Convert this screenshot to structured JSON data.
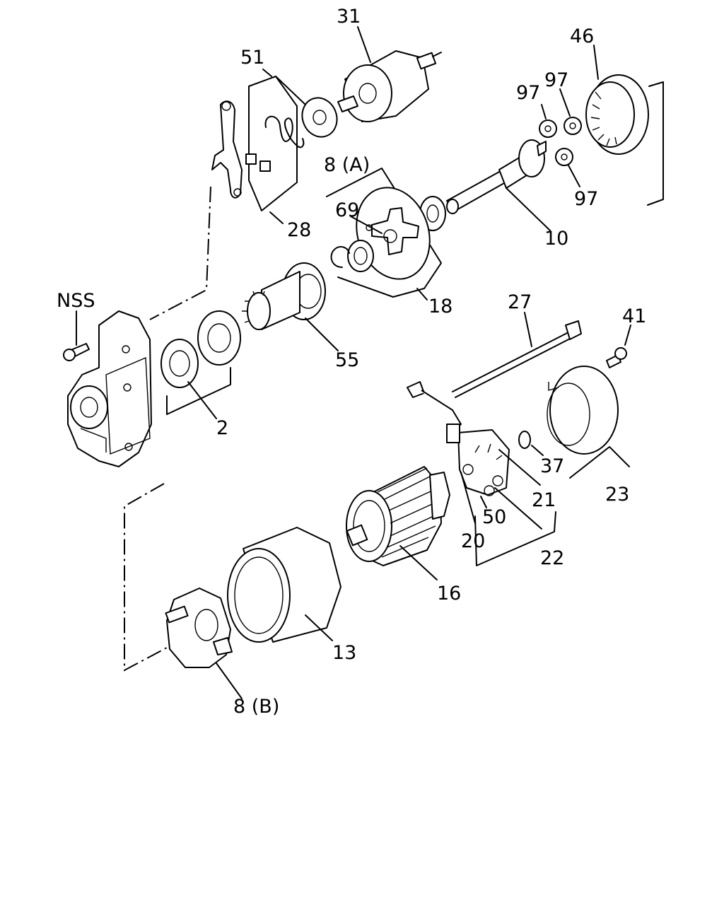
{
  "labels": {
    "l31": "31",
    "l51": "51",
    "l46": "46",
    "l97a": "97",
    "l97b": "97",
    "l97c": "97",
    "l8a": "8 (A)",
    "l69": "69",
    "l28": "28",
    "l10": "10",
    "l18": "18",
    "lnss": "NSS",
    "l55": "55",
    "l27": "27",
    "l41": "41",
    "l2": "2",
    "l37": "37",
    "l23": "23",
    "l21": "21",
    "l50": "50",
    "l20": "20",
    "l22": "22",
    "l16": "16",
    "l13": "13",
    "l8b": "8 (B)"
  }
}
